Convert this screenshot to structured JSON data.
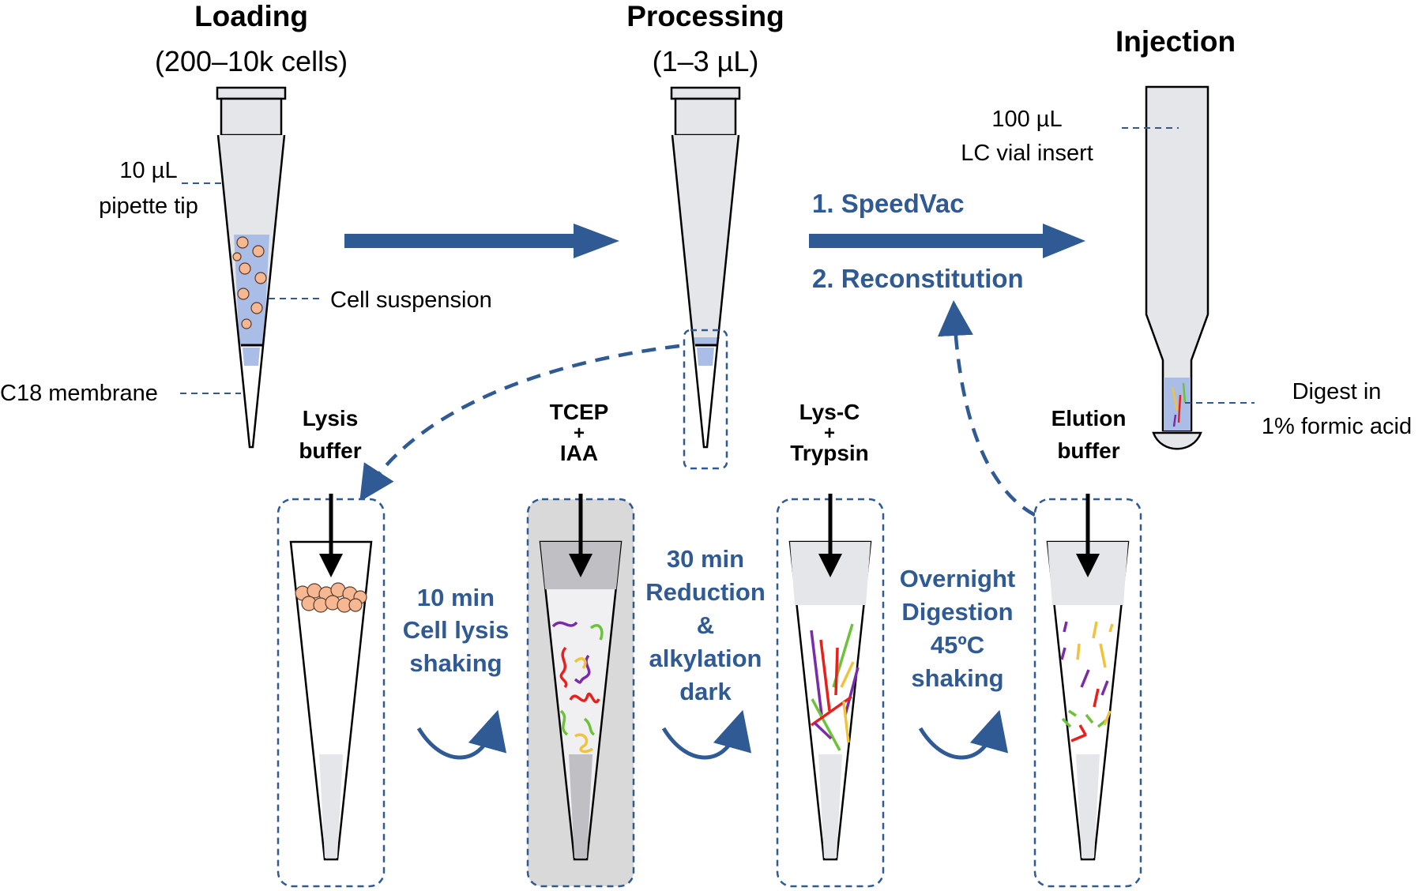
{
  "stages": {
    "loading": {
      "title": "Loading",
      "subtitle": "(200–10k cells)"
    },
    "processing": {
      "title": "Processing",
      "subtitle": "(1–3 µL)"
    },
    "injection": {
      "title": "Injection"
    }
  },
  "labels": {
    "tip": [
      "10 µL",
      "pipette tip"
    ],
    "cell_suspension": "Cell suspension",
    "membrane": "C18 membrane",
    "vial": [
      "100 µL",
      "LC vial insert"
    ],
    "digest": [
      "Digest in",
      "1% formic acid"
    ]
  },
  "transfer_steps": [
    "1. SpeedVac",
    "2. Reconstitution"
  ],
  "reagents": [
    [
      "Lysis",
      "buffer"
    ],
    [
      "TCEP",
      "+",
      "IAA"
    ],
    [
      "Lys-C",
      "+",
      "Trypsin"
    ],
    [
      "Elution",
      "buffer"
    ]
  ],
  "incubations": [
    [
      "10 min",
      "Cell lysis",
      "shaking"
    ],
    [
      "30 min",
      "Reduction",
      "&",
      "alkylation",
      "dark"
    ],
    [
      "Overnight",
      "Digestion",
      "45ºC",
      "shaking"
    ]
  ],
  "colors": {
    "accent": "#2f5a93",
    "liquid": "#a9bde6",
    "cell": "#f6b892",
    "peptide_red": "#e8201c",
    "peptide_purple": "#7a2ca8",
    "peptide_green": "#6cc33a",
    "peptide_yellow": "#f1c33c"
  }
}
